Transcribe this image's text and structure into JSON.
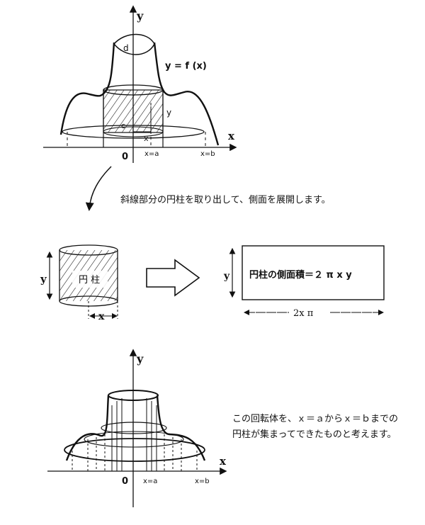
{
  "top": {
    "y_axis_label": "y",
    "x_axis_label": "x",
    "origin_label": "0",
    "x_a_label": "x=a",
    "x_b_label": "x=b",
    "function_label": "y = f (x)",
    "d_label": "d",
    "c_label": "c",
    "y_label": "y",
    "x_label": "x"
  },
  "note_1": "斜線部分の円柱を取り出して、側面を展開します。",
  "middle": {
    "cylinder_label": "円 柱",
    "height_label": "y",
    "radius_label": "x",
    "rect_height_label": "y",
    "rect_text": "円柱の側面積＝２ π x y",
    "rect_width_label": "2x π"
  },
  "bottom": {
    "y_axis_label": "y",
    "x_axis_label": "x",
    "origin_label": "0",
    "x_a_label": "x=a",
    "x_b_label": "x=b"
  },
  "note_2": "この回転体を、ｘ＝ａからｘ＝ｂまでの\n円柱が集まってできたものと考えます。"
}
